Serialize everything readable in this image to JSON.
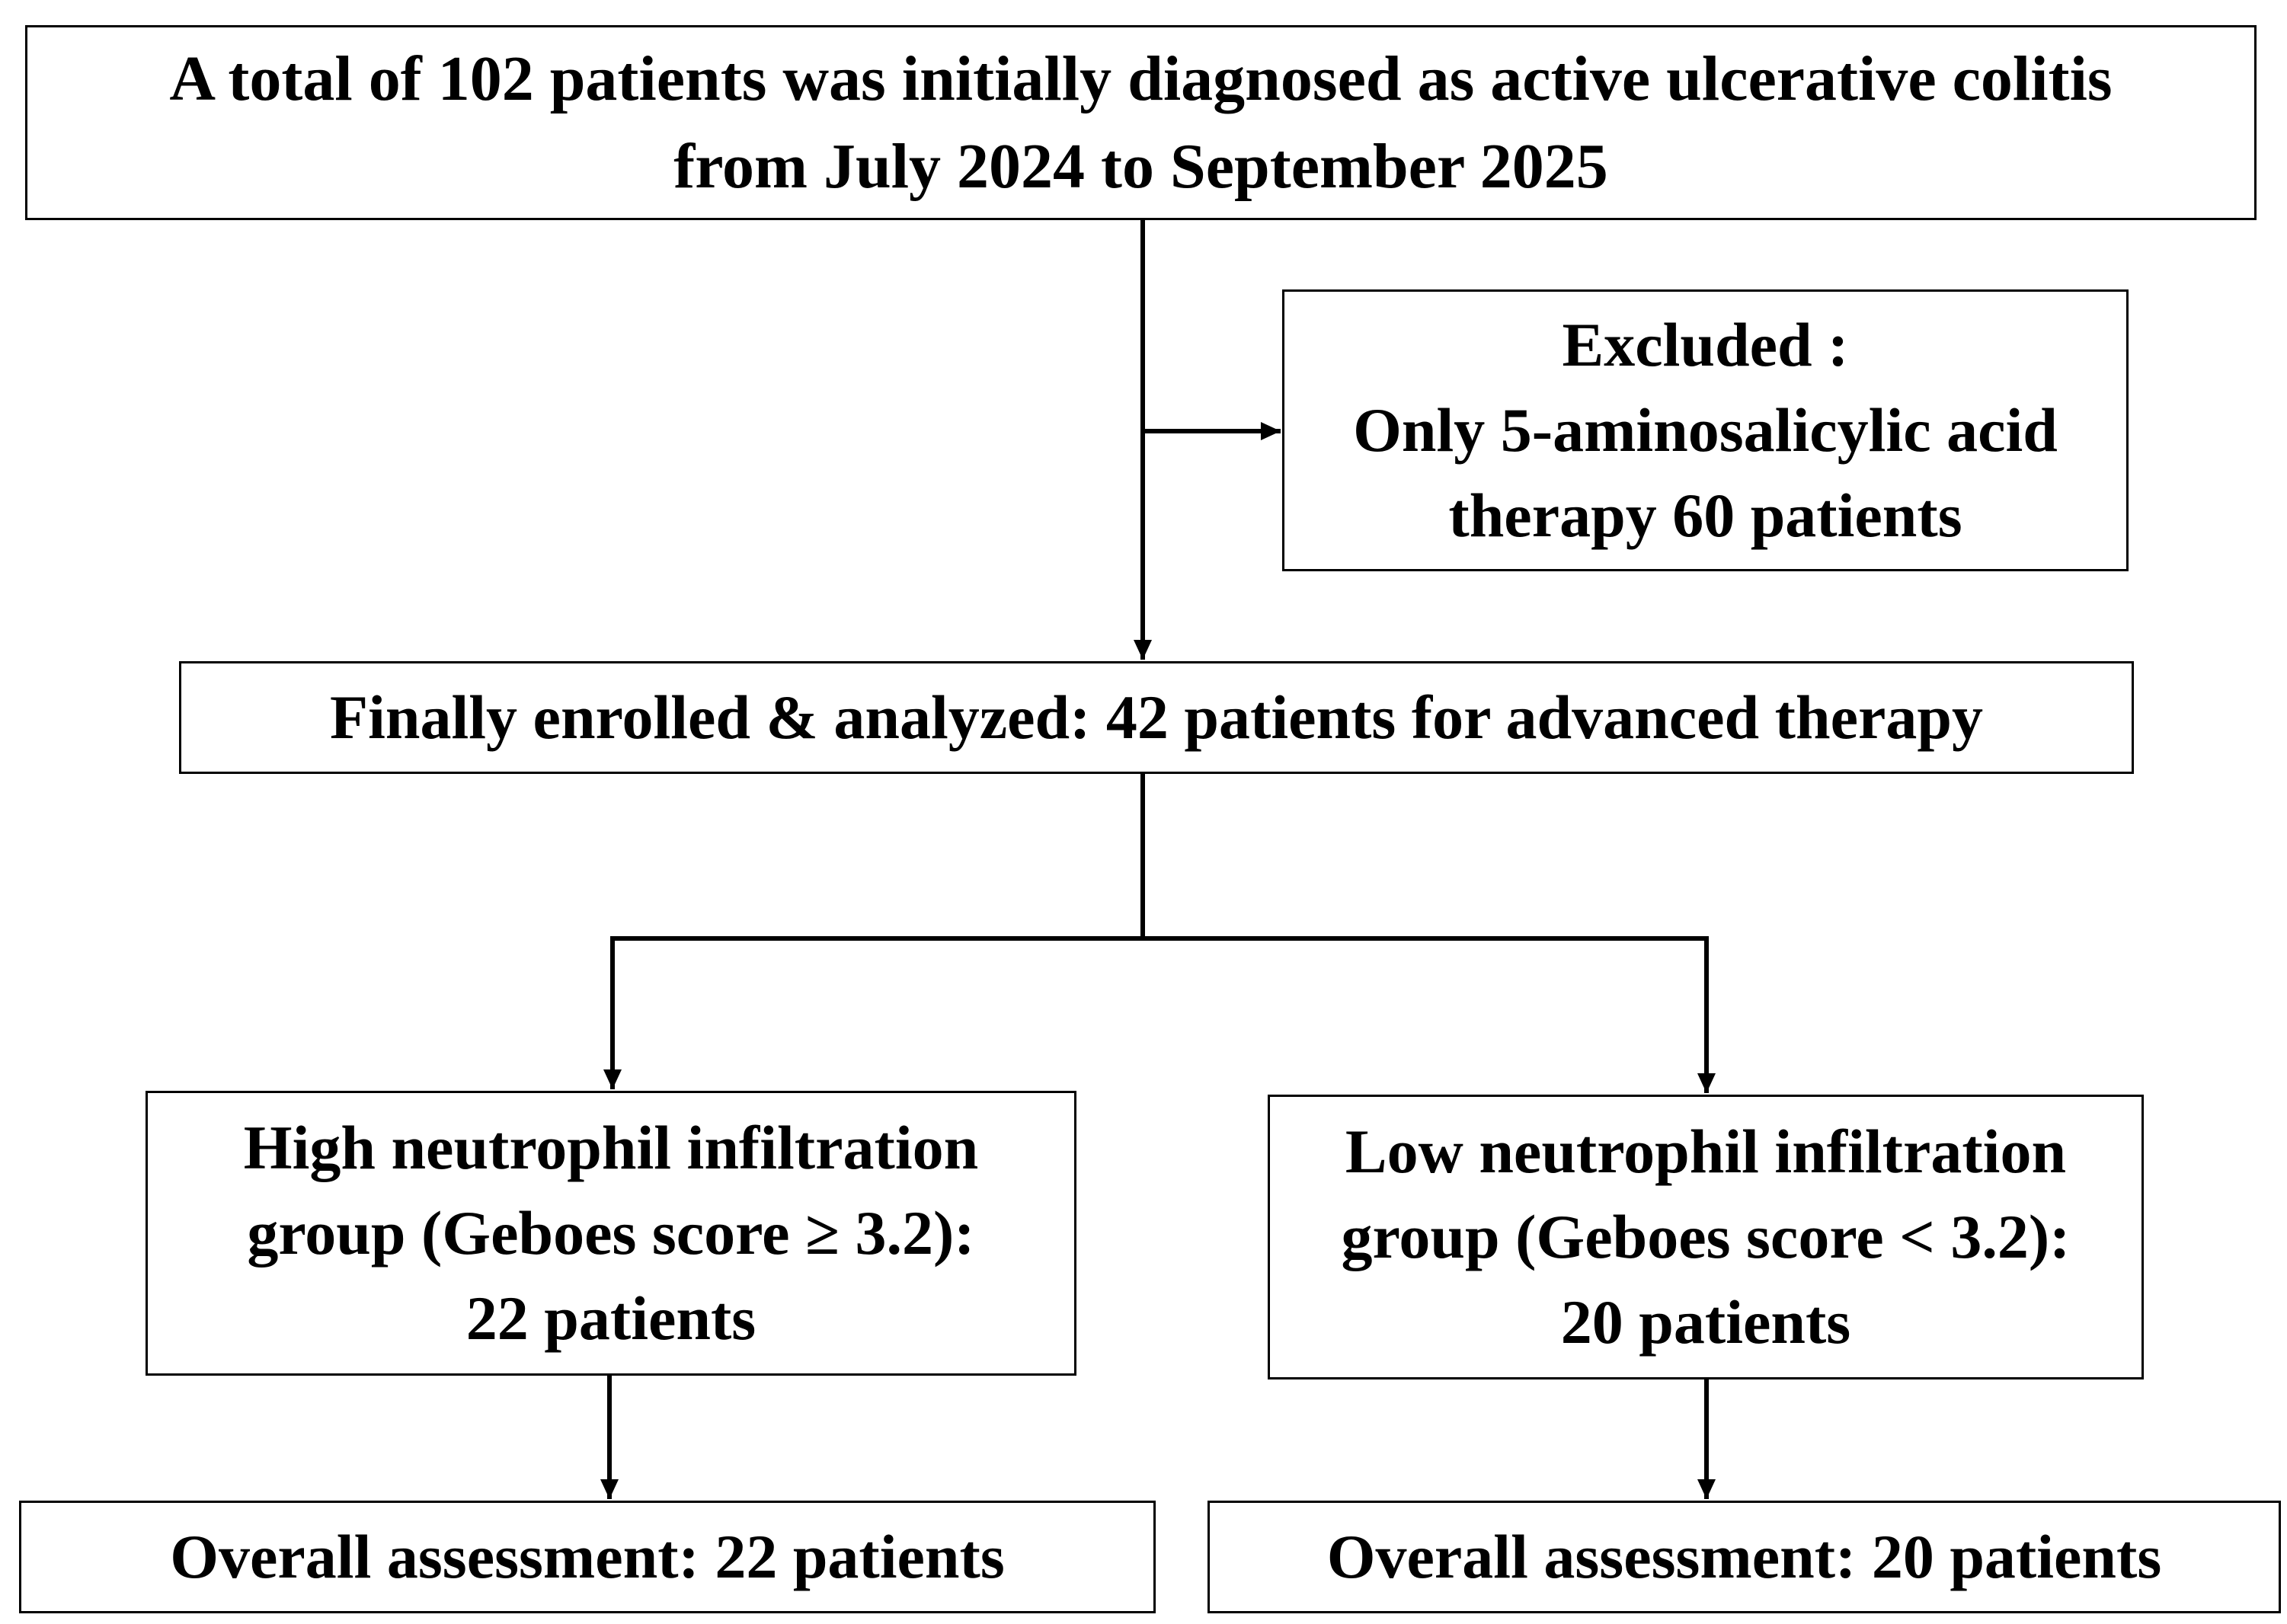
{
  "flowchart": {
    "top_box": {
      "line1": "A total of 102 patients was initially diagnosed as active ulcerative colitis",
      "line2": "from July 2024 to September 2025"
    },
    "excluded_box": {
      "line1": "Excluded :",
      "line2": "Only 5-aminosalicylic acid",
      "line3": "therapy 60 patients"
    },
    "enrolled_box": {
      "line1": "Finally enrolled & analyzed: 42 patients for advanced therapy"
    },
    "high_group_box": {
      "line1": "High neutrophil infiltration",
      "line2": "group (Geboes score ≥ 3.2):",
      "line3": "22 patients"
    },
    "low_group_box": {
      "line1": "Low neutrophil infiltration",
      "line2": "group (Geboes score < 3.2):",
      "line3": "20 patients"
    },
    "high_assessment_box": {
      "line1": "Overall assessment: 22 patients"
    },
    "low_assessment_box": {
      "line1": "Overall assessment: 20 patients"
    }
  }
}
